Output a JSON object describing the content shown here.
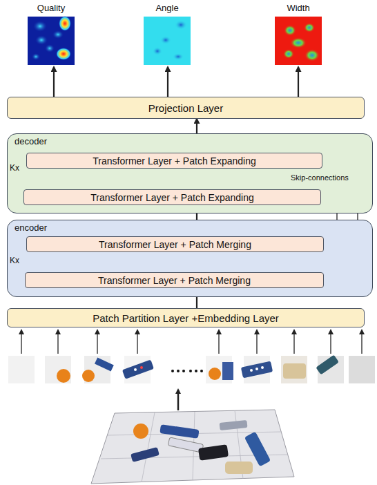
{
  "diagram": {
    "nodes": [
      {
        "text": [
          "Quality"
        ]
      },
      {
        "text": [
          "Angle"
        ]
      },
      {
        "text": [
          "Width"
        ]
      },
      {
        "text": [
          "Projection Layer"
        ]
      },
      {
        "text": [
          "decoder"
        ]
      },
      {
        "text": [
          "Transformer Layer + Patch Expanding"
        ],
        "in": 4
      },
      {
        "text": [
          "Transformer Layer + Patch Expanding"
        ],
        "in": 4
      },
      {
        "text": [
          "encoder"
        ]
      },
      {
        "text": [
          "Transformer Layer + Patch Merging"
        ],
        "in": 7
      },
      {
        "text": [
          "Transformer Layer + Patch Merging"
        ],
        "in": 7
      },
      {
        "text": [
          "Patch Partition Layer +Embedding Layer"
        ]
      }
    ],
    "edges": [
      {
        "from": 3,
        "to": 0,
        "arrow": "to"
      },
      {
        "from": 3,
        "to": 1,
        "arrow": "to"
      },
      {
        "from": 3,
        "to": 2,
        "arrow": "to"
      },
      {
        "from": 5,
        "to": 3,
        "arrow": "to"
      },
      {
        "from": 8,
        "to": 6,
        "arrow": "to"
      },
      {
        "from": 10,
        "to": 9,
        "arrow": "to"
      },
      {
        "from": 8,
        "to": 6,
        "arrow": "to"
      },
      {
        "from": 9,
        "to": 5,
        "arrow": "to"
      }
    ],
    "labels": [
      "Kx",
      "Skip-connections",
      "Kx"
    ]
  }
}
